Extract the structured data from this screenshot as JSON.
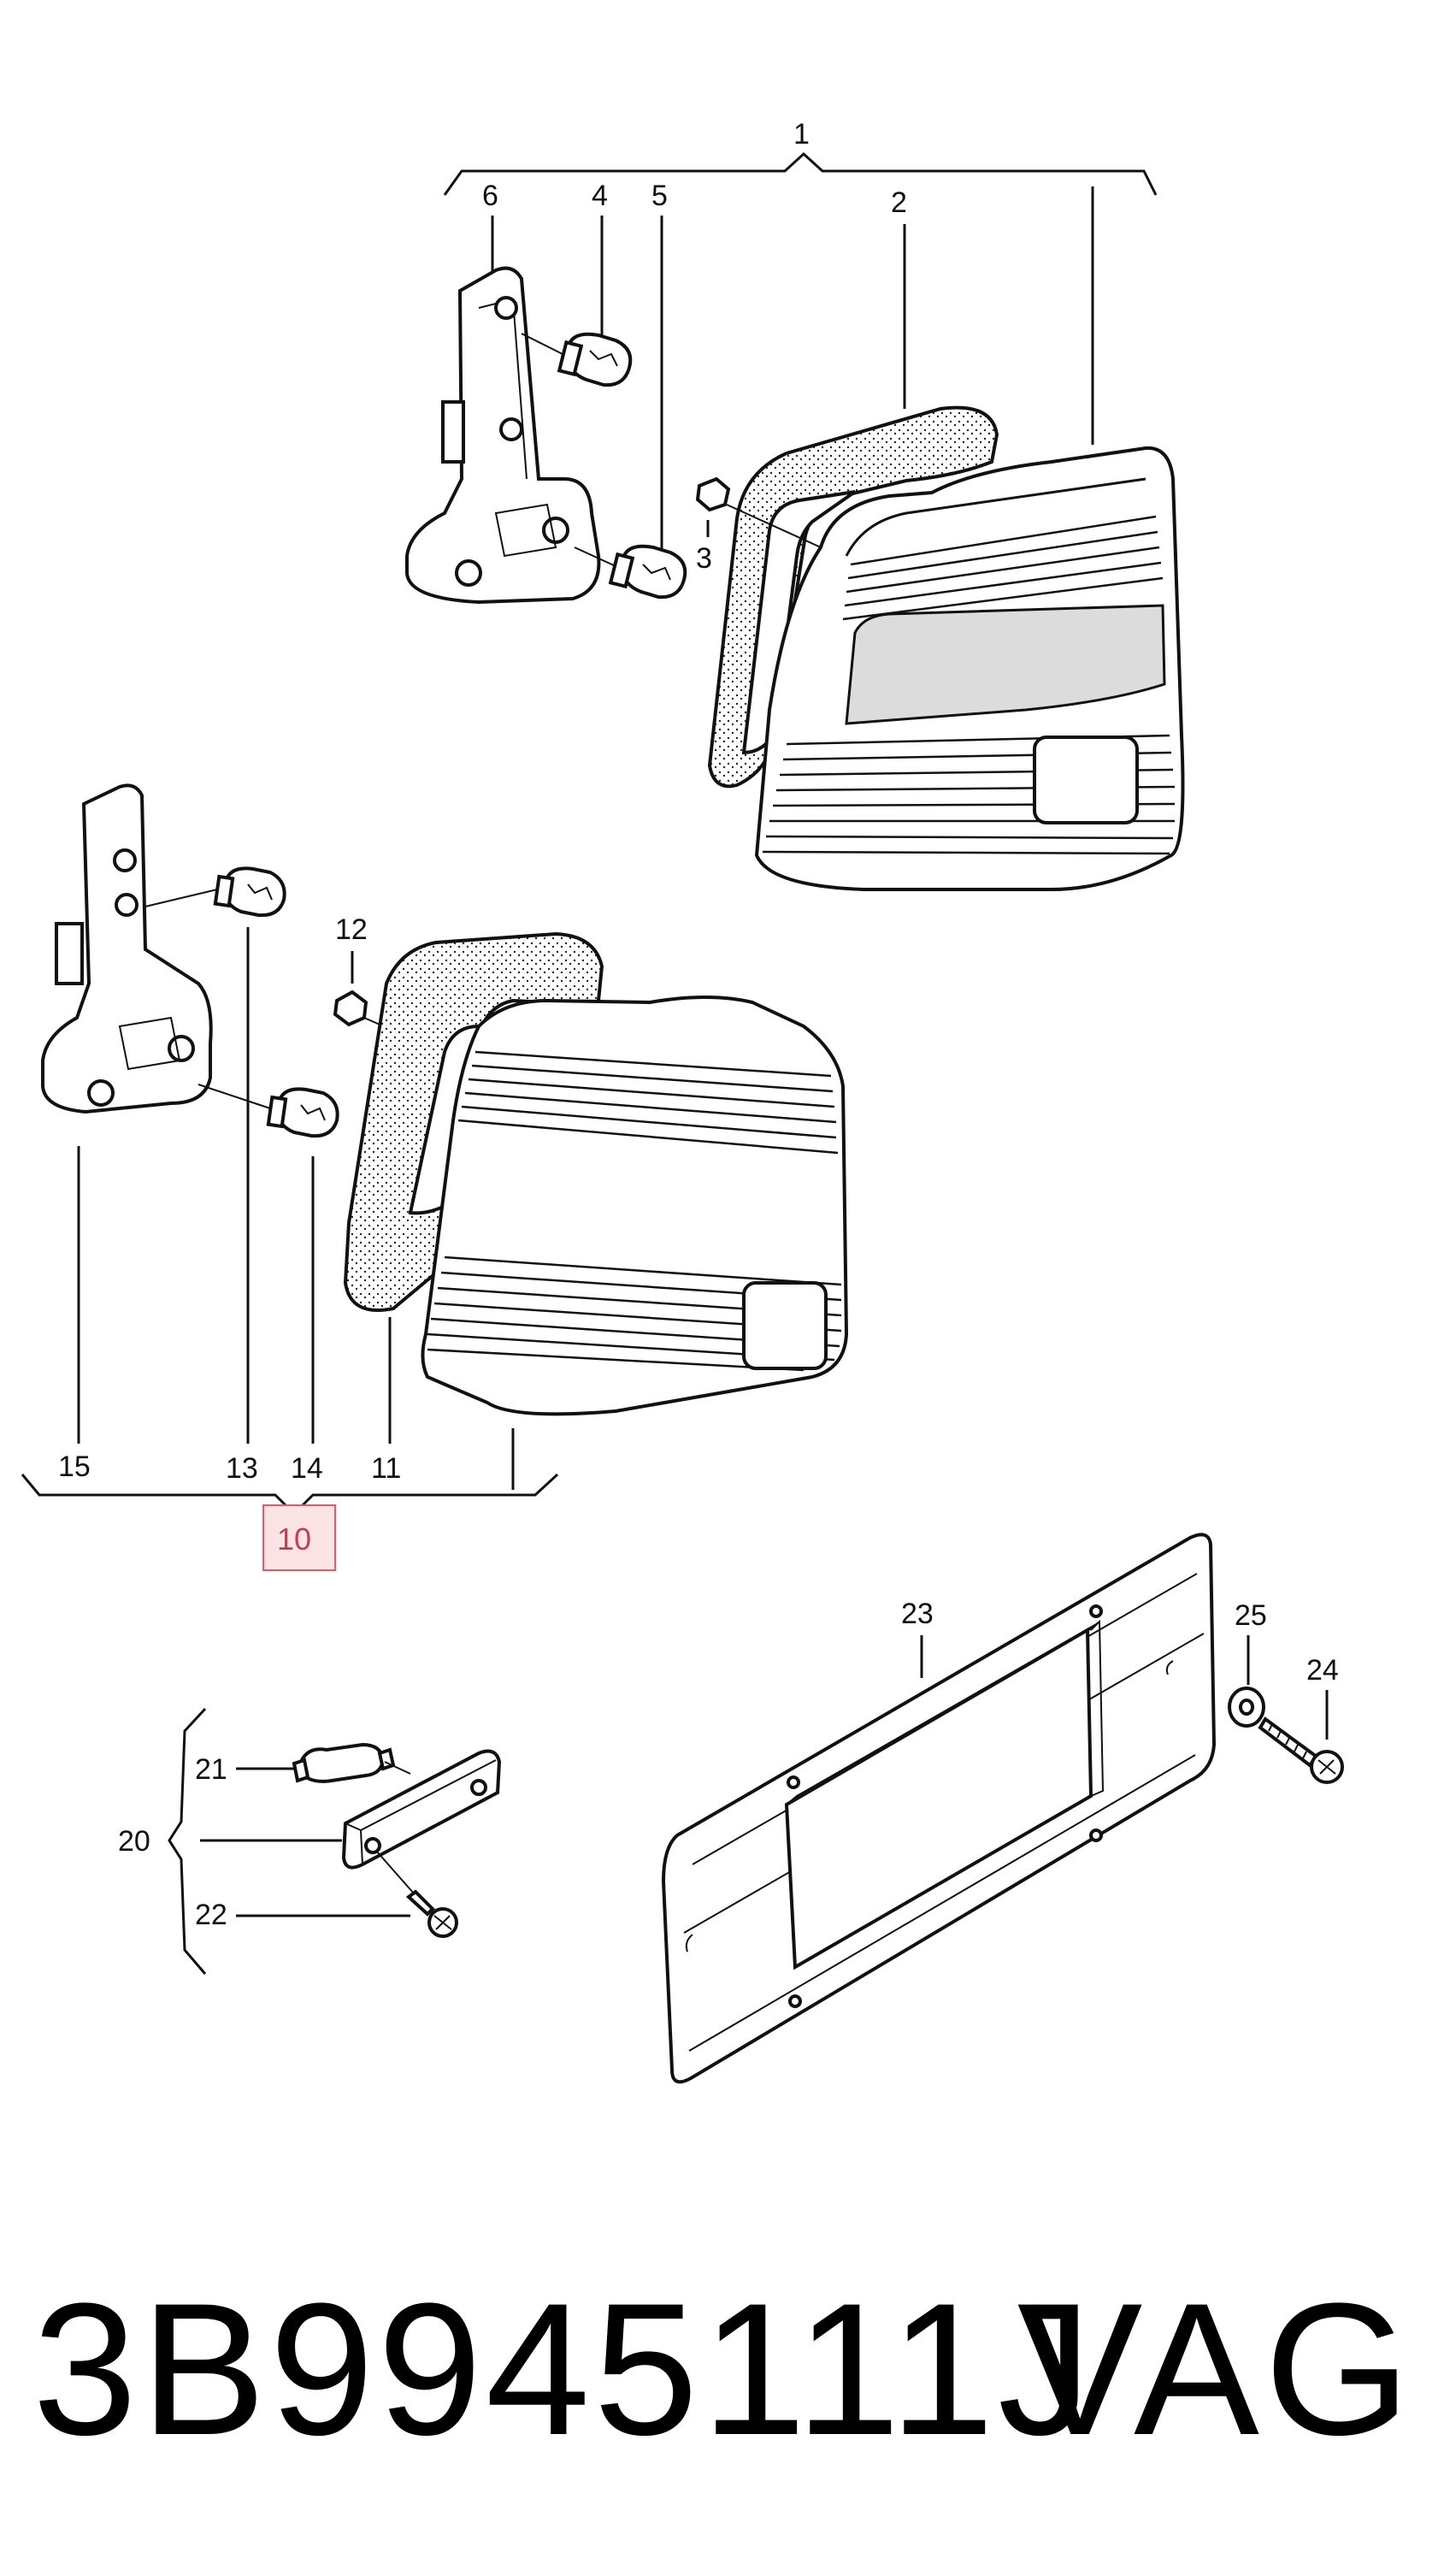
{
  "callouts": {
    "c1": "1",
    "c2": "2",
    "c3": "3",
    "c4": "4",
    "c5": "5",
    "c6": "6",
    "c10": "10",
    "c11": "11",
    "c12": "12",
    "c13": "13",
    "c14": "14",
    "c15": "15",
    "c20": "20",
    "c21": "21",
    "c22": "22",
    "c23": "23",
    "c24": "24",
    "c25": "25"
  },
  "highlight": {
    "label": "10",
    "fill": "#fbe3e6",
    "stroke": "#e05a6a",
    "text_color": "#c0404e"
  },
  "footer": {
    "part_number": "3B9945111J",
    "brand": "VAG"
  }
}
